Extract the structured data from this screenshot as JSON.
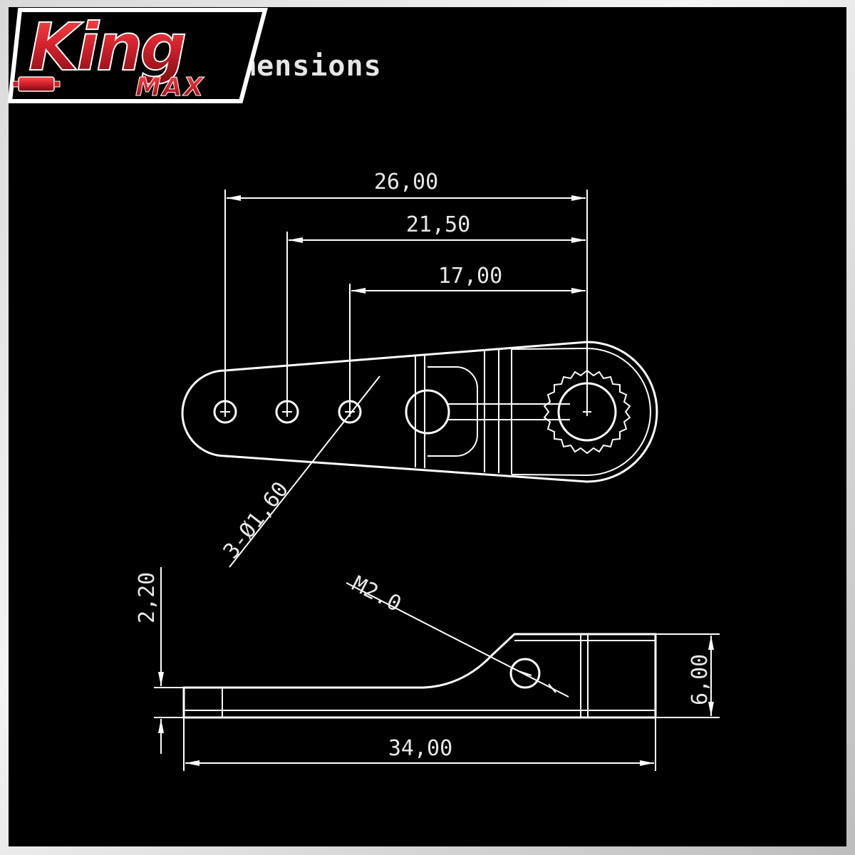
{
  "title": "mensions",
  "logo": {
    "brand": "King",
    "sub": "MAX"
  },
  "dimensions": {
    "d26": "26,00",
    "d2150": "21,50",
    "d17": "17,00",
    "holes": "3-Ø1,60",
    "thread": "M2.0",
    "thickness": "2,20",
    "height": "6,00",
    "length": "34,00"
  },
  "colors": {
    "background": "#000000",
    "lines": "#ffffff",
    "logo_red": "#d0202a"
  }
}
